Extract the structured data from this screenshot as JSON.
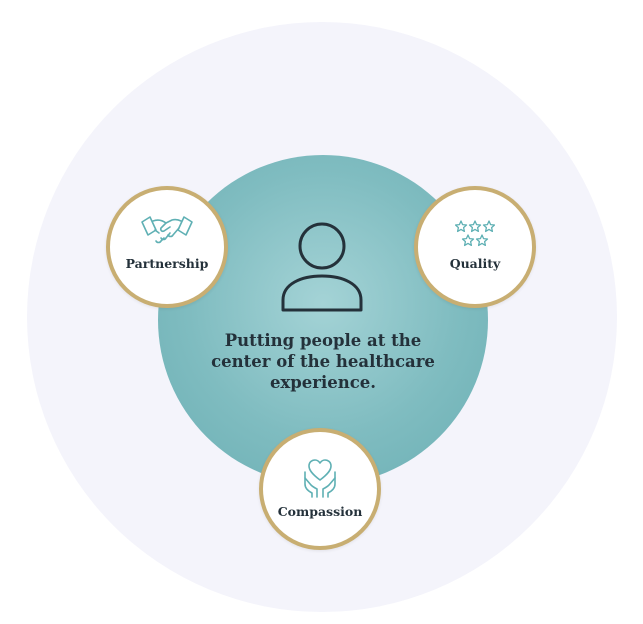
{
  "diagram": {
    "center_text": "Putting people at the center of the healthcare experience.",
    "center_icon": "person-icon",
    "pillars": [
      {
        "label": "Partnership",
        "icon": "handshake-icon"
      },
      {
        "label": "Quality",
        "icon": "stars-icon"
      },
      {
        "label": "Compassion",
        "icon": "heart-hands-icon"
      }
    ]
  },
  "colors": {
    "background_ring": "#f4f4fb",
    "center_teal": "#7fbcc0",
    "badge_border_gold": "#c8ae72",
    "icon_teal": "#5fb0b4",
    "text_dark": "#24313a"
  }
}
